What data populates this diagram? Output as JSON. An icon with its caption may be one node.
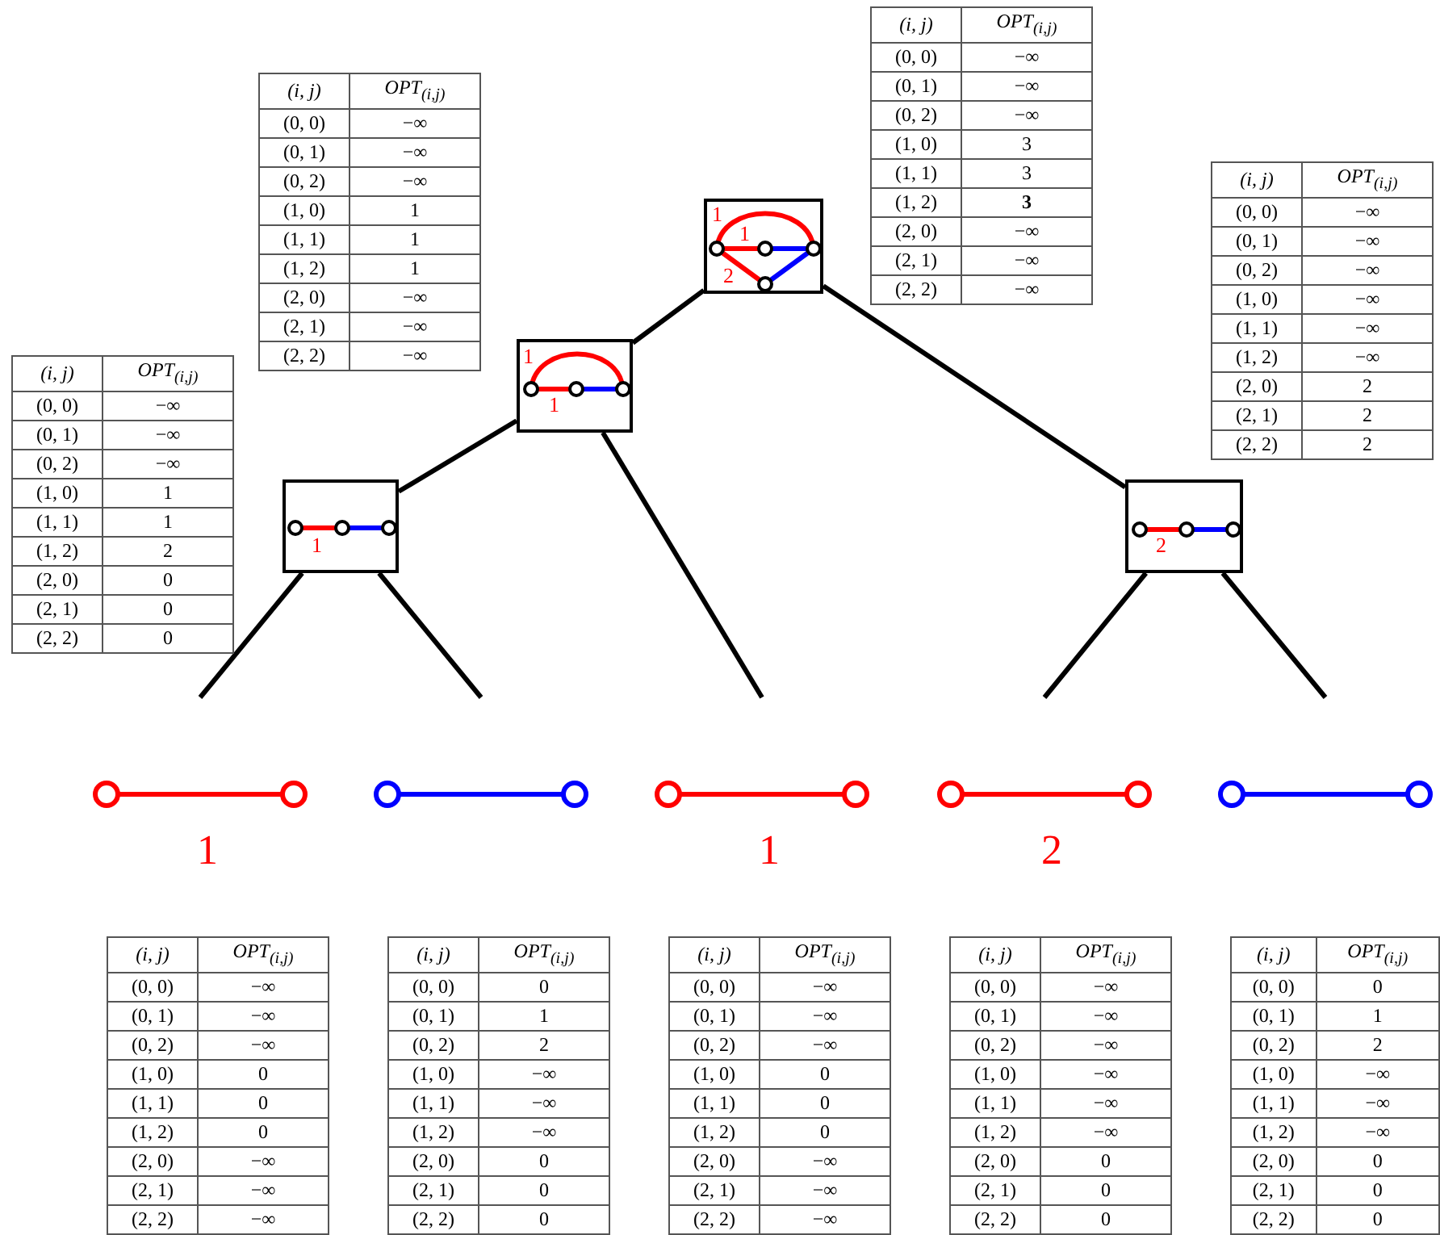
{
  "diagram": {
    "nodes": [
      {
        "text": [
          "1",
          "1",
          "2"
        ]
      },
      {
        "text": [
          "1",
          "1"
        ]
      },
      {
        "text": [
          "1"
        ]
      },
      {
        "text": [
          "2"
        ]
      },
      {
        "text": [
          "1"
        ]
      },
      {
        "text": [],
        "shape": "picture"
      },
      {
        "text": [
          "1"
        ]
      },
      {
        "text": [
          "2"
        ]
      },
      {
        "text": [],
        "shape": "picture"
      }
    ],
    "edges": [
      {
        "from": 0,
        "to": 1,
        "arrow": "none"
      },
      {
        "from": 0,
        "to": 3,
        "arrow": "none"
      },
      {
        "from": 1,
        "to": 2,
        "arrow": "none"
      },
      {
        "from": 1,
        "to": 6,
        "arrow": "none"
      },
      {
        "from": 2,
        "to": 4,
        "arrow": "none"
      },
      {
        "from": 2,
        "to": 5,
        "arrow": "none"
      },
      {
        "from": 3,
        "to": 7,
        "arrow": "none"
      },
      {
        "from": 3,
        "to": 8,
        "arrow": "none"
      }
    ],
    "labels": [
      "(i, j)",
      "OPT$_{(i,j)}$",
      "(0, 0)",
      "−∞",
      "(0, 1)",
      "−∞",
      "(0, 2)",
      "−∞",
      "(1, 0)",
      "3",
      "(1, 1)",
      "3",
      "(1, 2)",
      "3",
      "(2, 0)",
      "−∞",
      "(2, 1)",
      "−∞",
      "(2, 2)",
      "−∞",
      "(i, j)",
      "OPT$_{(i,j)}$",
      "(0, 0)",
      "−∞",
      "(0, 1)",
      "−∞",
      "(0, 2)",
      "−∞",
      "(1, 0)",
      "1",
      "(1, 1)",
      "1",
      "(1, 2)",
      "1",
      "(2, 0)",
      "−∞",
      "(2, 1)",
      "−∞",
      "(2, 2)",
      "−∞",
      "(i, j)",
      "OPT$_{(i,j)}$",
      "(0, 0)",
      "−∞",
      "(0, 1)",
      "−∞",
      "(0, 2)",
      "−∞",
      "(1, 0)",
      "−∞",
      "(1, 1)",
      "−∞",
      "(1, 2)",
      "−∞",
      "(2, 0)",
      "2",
      "(2, 1)",
      "2",
      "(2, 2)",
      "2",
      "(i, j)",
      "OPT$_{(i,j)}$",
      "(0, 0)",
      "−∞",
      "(0, 1)",
      "−∞",
      "(0, 2)",
      "−∞",
      "(1, 0)",
      "1",
      "(1, 1)",
      "1",
      "(1, 2)",
      "2",
      "(2, 0)",
      "0",
      "(2, 1)",
      "0",
      "(2, 2)",
      "0",
      "(i, j)",
      "OPT$_{(i,j)}$",
      "(0, 0)",
      "−∞",
      "(0, 1)",
      "−∞",
      "(0, 2)",
      "−∞",
      "(1, 0)",
      "0",
      "(1, 1)",
      "0",
      "(1, 2)",
      "0",
      "(2, 0)",
      "−∞",
      "(2, 1)",
      "−∞",
      "(2, 2)",
      "−∞",
      "(i, j)",
      "OPT$_{(i,j)}$",
      "(0, 0)",
      "0",
      "(0, 1)",
      "1",
      "(0, 2)",
      "2",
      "(1, 0)",
      "−∞",
      "(1, 1)",
      "−∞",
      "(1, 2)",
      "−∞",
      "(2, 0)",
      "0",
      "(2, 1)",
      "0",
      "(2, 2)",
      "0",
      "(i, j)",
      "OPT$_{(i,j)}$",
      "(0, 0)",
      "−∞",
      "(0, 1)",
      "−∞",
      "(0, 2)",
      "−∞",
      "(1, 0)",
      "0",
      "(1, 1)",
      "0",
      "(1, 2)",
      "0",
      "(2, 0)",
      "−∞",
      "(2, 1)",
      "−∞",
      "(2, 2)",
      "−∞",
      "(i, j)",
      "OPT$_{(i,j)}$",
      "(0, 0)",
      "−∞",
      "(0, 1)",
      "−∞",
      "(0, 2)",
      "−∞",
      "(1, 0)",
      "−∞",
      "(1, 1)",
      "−∞",
      "(1, 2)",
      "−∞",
      "(2, 0)",
      "0",
      "(2, 1)",
      "0",
      "(2, 2)",
      "0",
      "(i, j)",
      "OPT$_{(i,j)}$",
      "(0, 0)",
      "0",
      "(0, 1)",
      "1",
      "(0, 2)",
      "2",
      "(1, 0)",
      "−∞",
      "(1, 1)",
      "−∞",
      "(1, 2)",
      "−∞",
      "(2, 0)",
      "0",
      "(2, 1)",
      "0",
      "(2, 2)",
      "0"
    ]
  }
}
